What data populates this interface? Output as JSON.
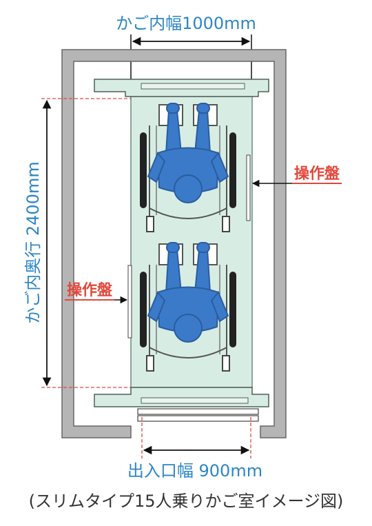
{
  "labels": {
    "car_width": "かご内幅1000mm",
    "car_depth": "かご内奥行 2400mm",
    "entrance_width": "出入口幅 900mm",
    "panel_right": "操作盤",
    "panel_left": "操作盤",
    "caption": "(スリムタイプ15人乗りかご室イメージ図)"
  },
  "colors": {
    "wall": "#9a9a9a",
    "car_floor": "#d7ede4",
    "person": "#3a7ac9",
    "person_dark": "#2a5d9e",
    "dimension": "#2c86c4",
    "highlight": "#e2483b",
    "guide": "#e2483b"
  },
  "icons": [
    "wheelchair-user-icon",
    "wheelchair-user-icon"
  ]
}
